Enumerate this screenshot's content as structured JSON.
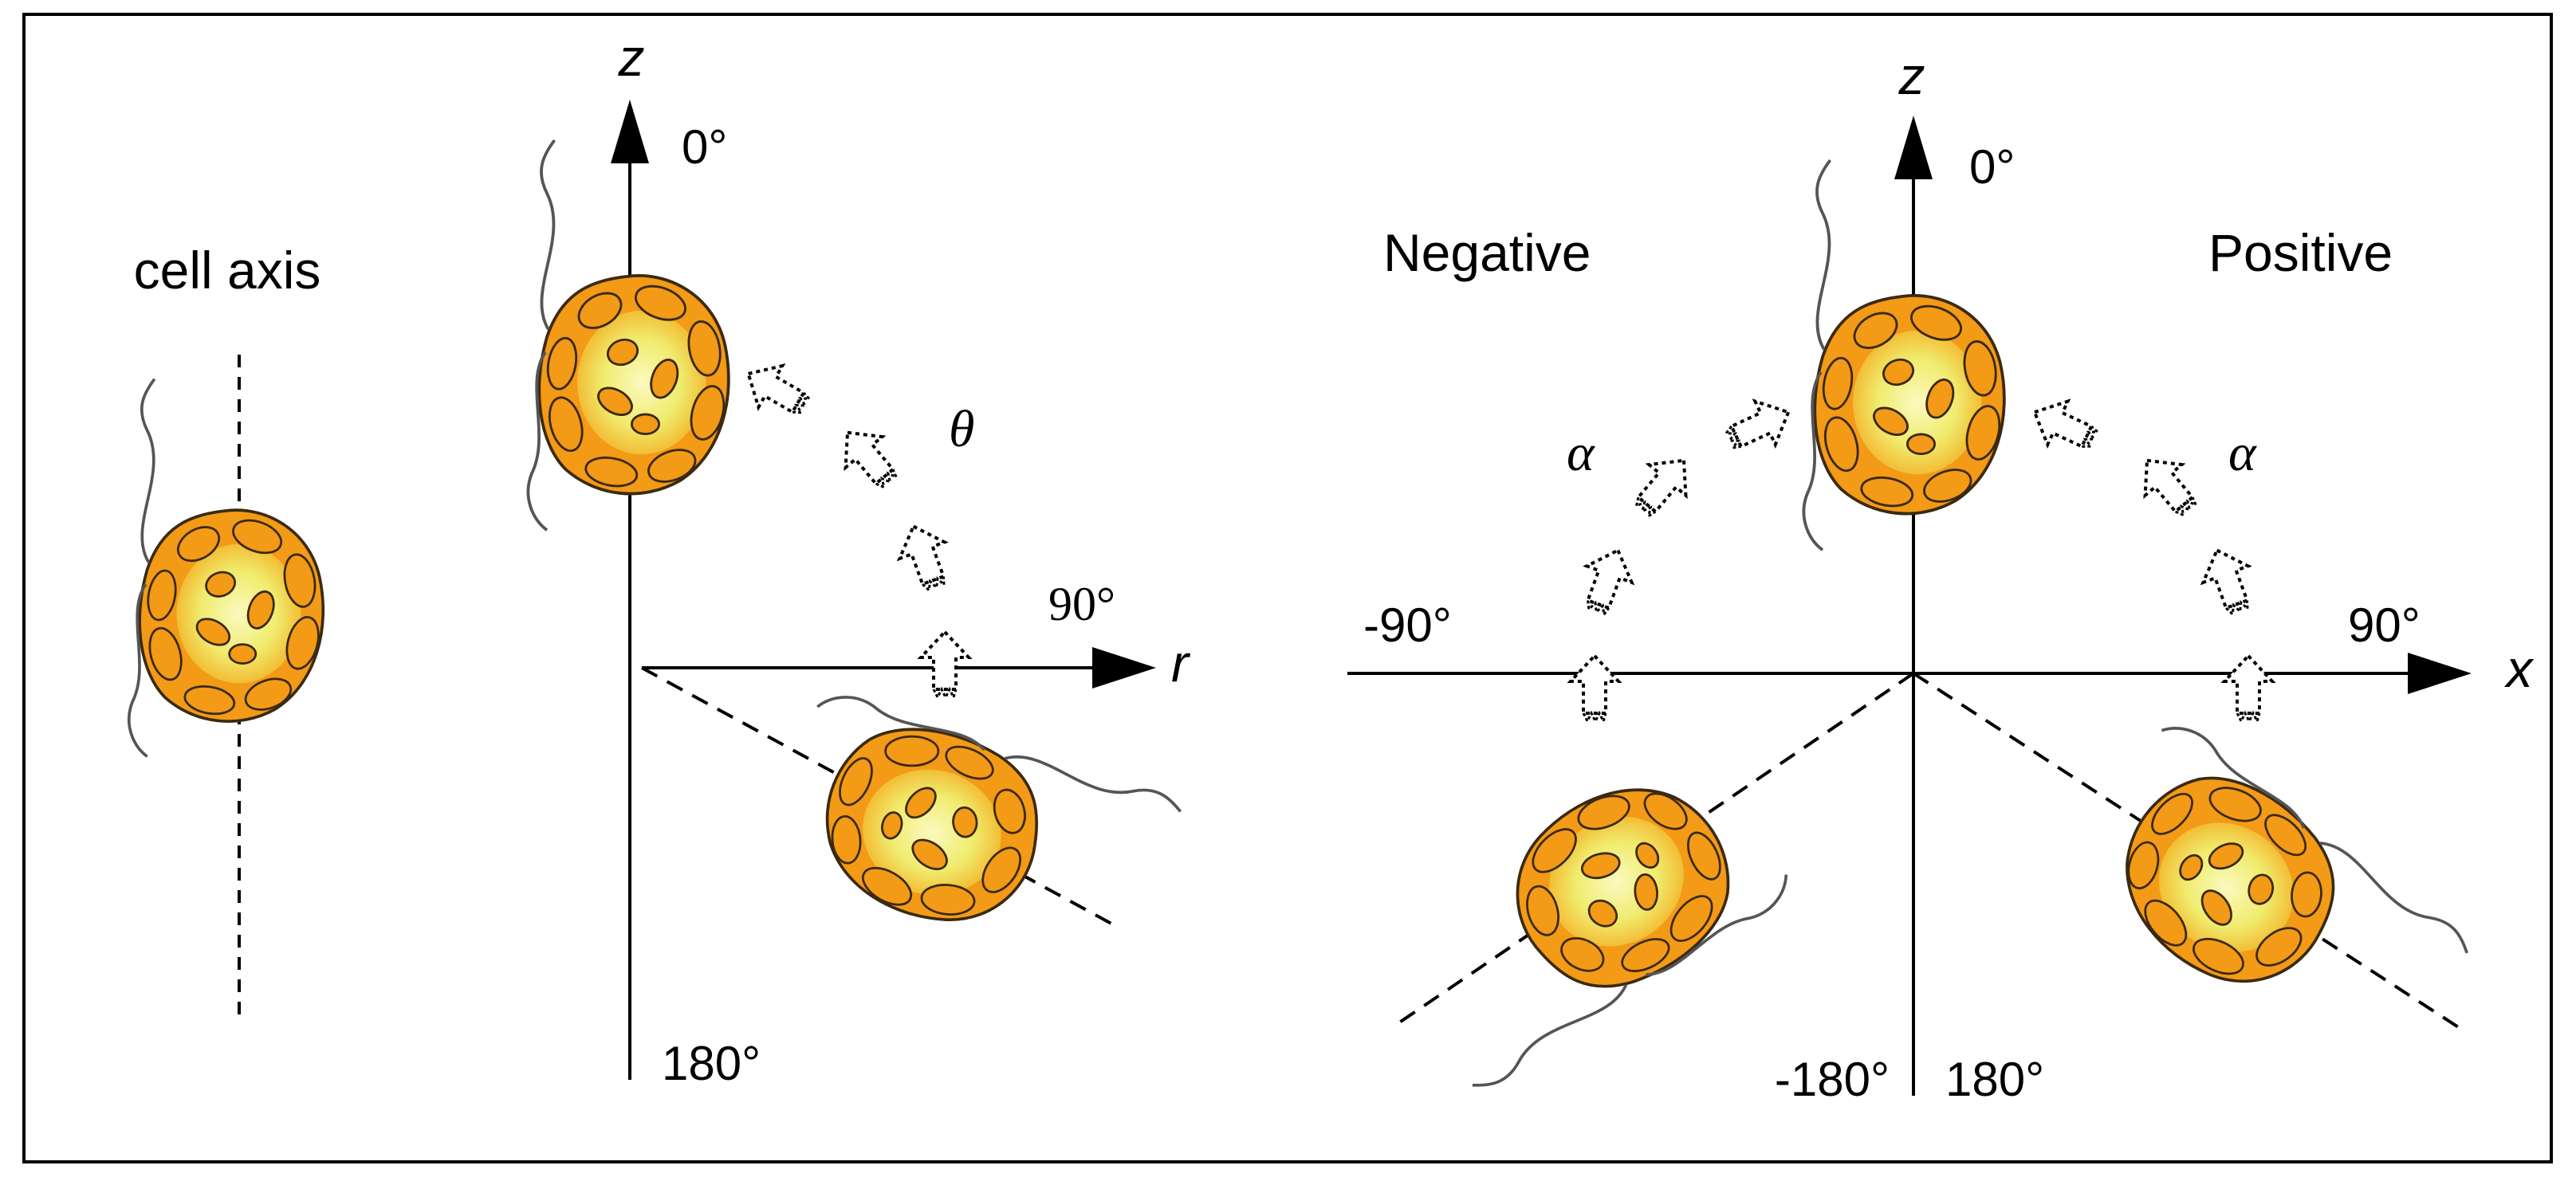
{
  "left_panel": {
    "title": "cell axis"
  },
  "middle_panel": {
    "z_axis_label": "z",
    "r_axis_label": "r",
    "angle_top": "0°",
    "angle_right": "90°",
    "angle_bottom": "180°",
    "theta_symbol": "θ"
  },
  "right_panel": {
    "z_axis_label": "z",
    "x_axis_label": "x",
    "angle_top": "0°",
    "angle_left": "-90°",
    "angle_right": "90°",
    "angle_bottom_left": "-180°",
    "angle_bottom_right": "180°",
    "alpha_left": "α",
    "alpha_right": "α",
    "negative_label": "Negative",
    "positive_label": "Positive"
  },
  "colors": {
    "cell_body": "#f39a17",
    "cell_core": "#f3f07a",
    "cell_outline": "#3a2a10",
    "line": "#000000",
    "frame": "#000000"
  }
}
